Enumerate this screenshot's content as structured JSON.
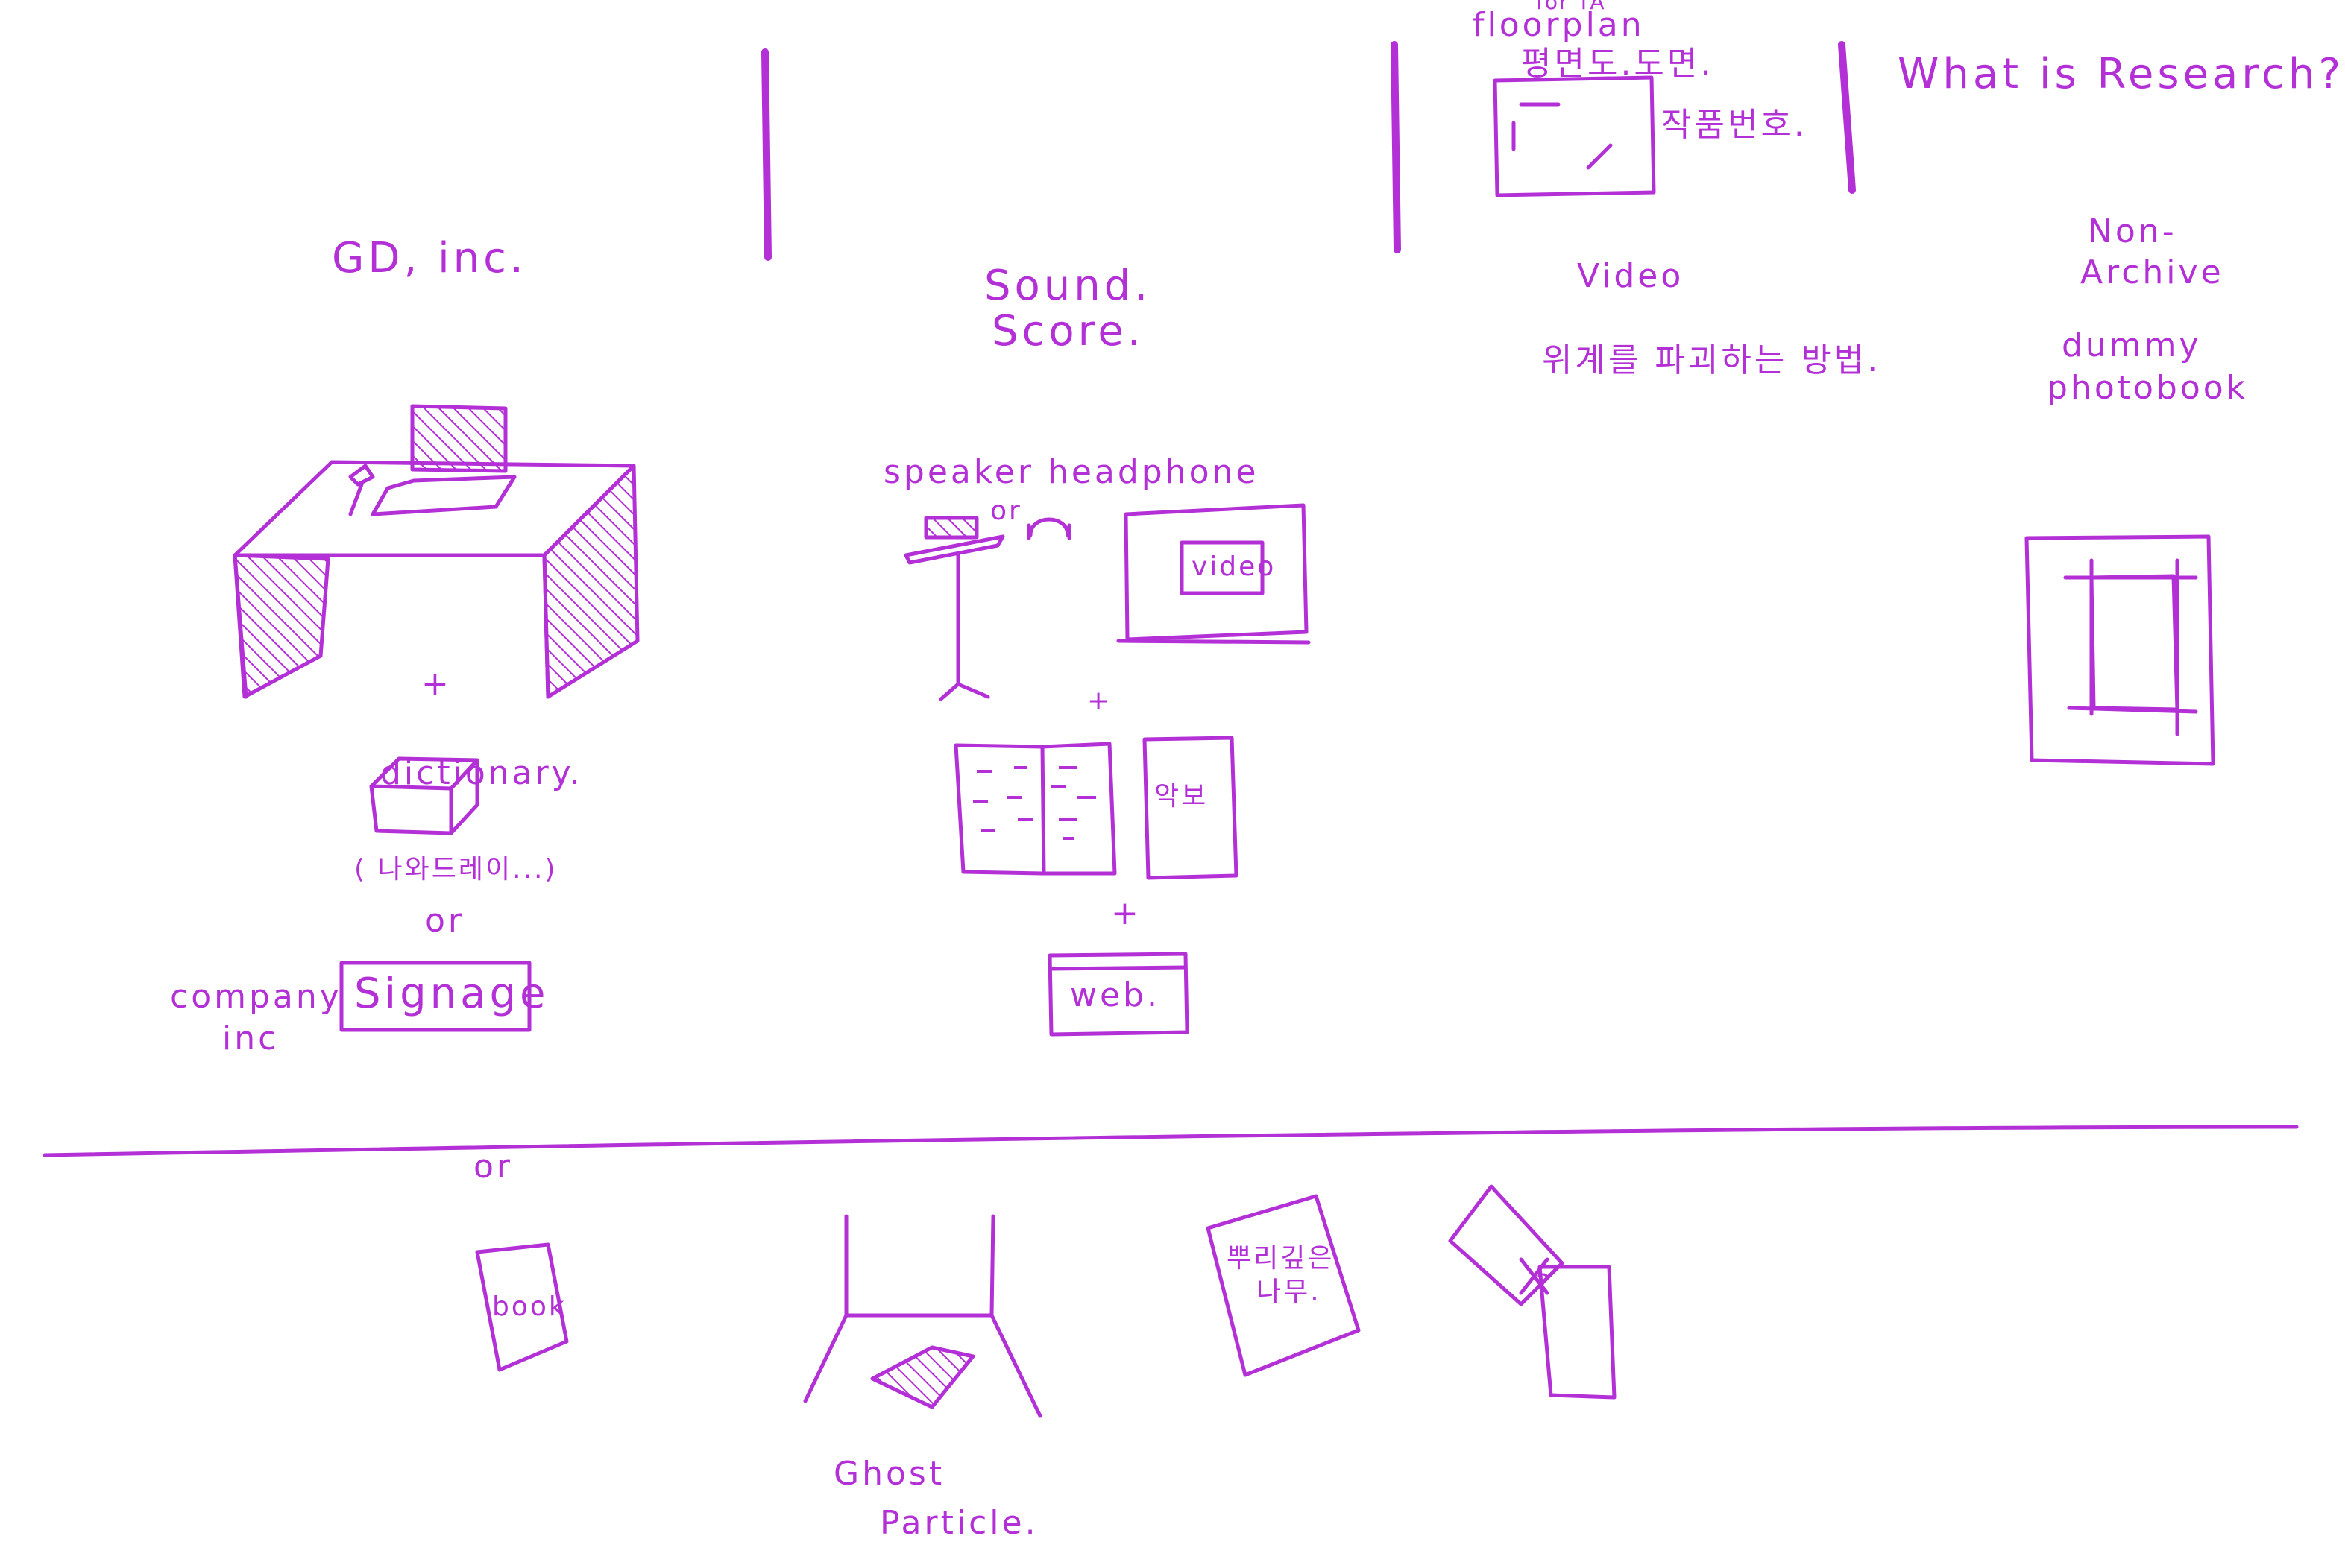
{
  "header": {
    "floor_plan_top": "for TA",
    "floor_plan": "floorplan",
    "floor_plan_ko": "평면도.도면.",
    "work_number_ko": "작품번호.",
    "title": "What is Research?"
  },
  "columns": {
    "gd": {
      "title": "GD, inc.",
      "dictionary": "dictionary.",
      "dictionary_note": "( 나와드레이...)",
      "or": "or",
      "signage": "Signage",
      "company_line1": "company",
      "company_line2": "inc"
    },
    "sound": {
      "title_line1": "Sound.",
      "title_line2": "Score.",
      "speaker_headphone": "speaker headphone",
      "or": "or",
      "video_label": "video",
      "plus1": "+",
      "score_ko": "악보",
      "plus2": "+",
      "web": "web."
    },
    "video": {
      "title": "Video",
      "subtitle_ko": "위계를 파괴하는 방법."
    },
    "non_archive": {
      "title_line1": "Non-",
      "title_line2": "Archive",
      "dummy": "dummy",
      "photobook": "photobook"
    }
  },
  "bottom": {
    "or": "or",
    "book": "book",
    "ghost_line1": "Ghost",
    "ghost_line2": "Particle.",
    "book_ko_line1": "뿌리깊은",
    "book_ko_line2": "나무.",
    "question_mark": "?"
  },
  "colors": {
    "ink": "#b32fd6",
    "paper": "#ffffff"
  }
}
